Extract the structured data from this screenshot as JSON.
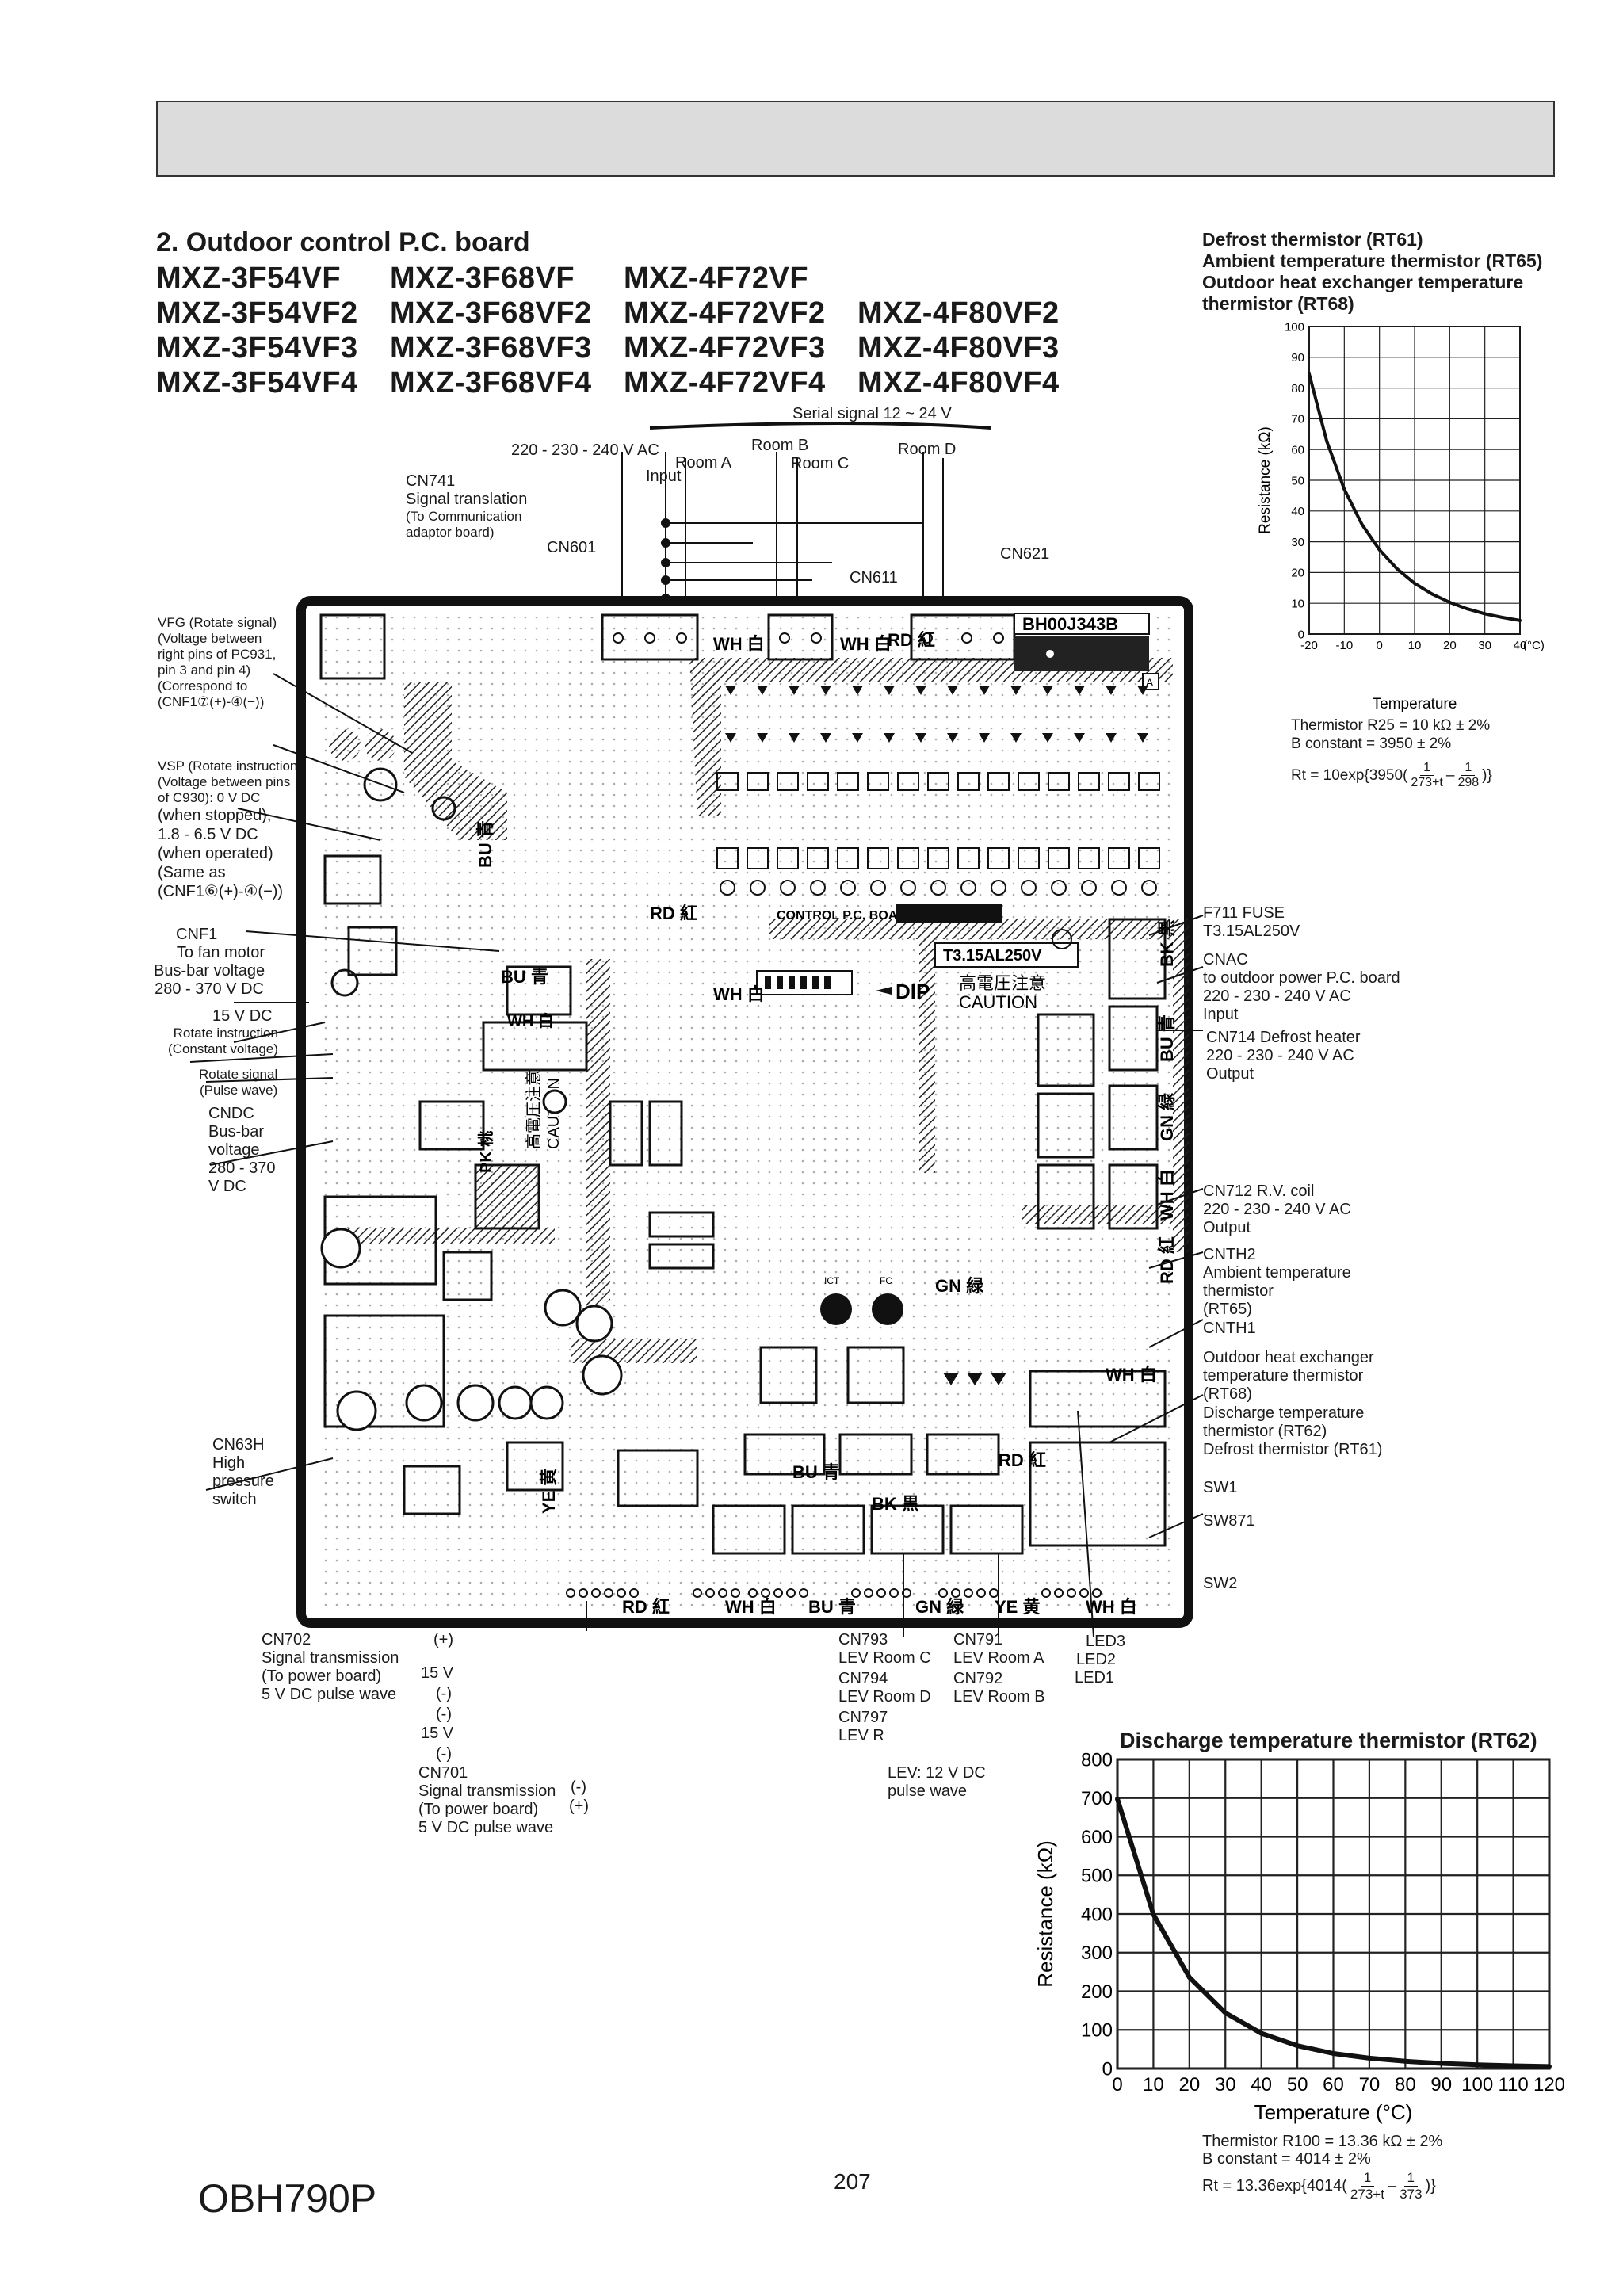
{
  "section_title": "2. Outdoor control P.C. board",
  "models": [
    [
      "MXZ-3F54VF",
      "MXZ-3F68VF",
      "MXZ-4F72VF",
      ""
    ],
    [
      "MXZ-3F54VF2",
      "MXZ-3F68VF2",
      "MXZ-4F72VF2",
      "MXZ-4F80VF2"
    ],
    [
      "MXZ-3F54VF3",
      "MXZ-3F68VF3",
      "MXZ-4F72VF3",
      "MXZ-4F80VF3"
    ],
    [
      "MXZ-3F54VF4",
      "MXZ-3F68VF4",
      "MXZ-4F72VF4",
      "MXZ-4F80VF4"
    ]
  ],
  "top_labels": {
    "serial_signal": "Serial signal 12 ~ 24 V",
    "voltage_input": "220 - 230 - 240 V AC",
    "input": "Input",
    "room_a": "Room A",
    "room_b": "Room B",
    "room_c": "Room C",
    "room_d": "Room D",
    "cn741": [
      "CN741",
      "Signal translation",
      "(To Communication",
      "adaptor board)"
    ],
    "cn601": "CN601",
    "cn611": "CN611",
    "cn621": "CN621"
  },
  "left_labels": {
    "vfg": [
      "VFG (Rotate signal)",
      "(Voltage between",
      "right pins of PC931,",
      "pin 3 and pin 4)",
      "(Correspond to",
      "(CNF1⑦(+)-④(−))"
    ],
    "vsp": [
      "VSP (Rotate instruction)",
      "(Voltage between pins",
      "of C930): 0 V DC",
      "(when stopped),",
      "1.8 - 6.5 V DC",
      "(when operated)",
      "(Same as",
      "(CNF1⑥(+)-④(−))"
    ],
    "cnf1": [
      "CNF1",
      "To fan motor",
      "Bus-bar voltage",
      "280 - 370 V DC"
    ],
    "v15": "15 V DC",
    "rotate_instruction": [
      "Rotate instruction",
      "(Constant voltage)"
    ],
    "rotate_signal": [
      "Rotate signal",
      "(Pulse wave)"
    ],
    "cndc": [
      "CNDC",
      "Bus-bar",
      "voltage",
      "280 - 370",
      "V DC"
    ],
    "cn63h": [
      "CN63H",
      "High",
      "pressure",
      "switch"
    ]
  },
  "right_labels": {
    "f711": [
      "F711 FUSE",
      "T3.15AL250V"
    ],
    "cnac": [
      "CNAC",
      "to outdoor power P.C. board",
      "220 - 230 - 240 V AC",
      "Input"
    ],
    "cn714": [
      "CN714 Defrost heater",
      "220 - 230 - 240 V AC",
      "Output"
    ],
    "cn712": [
      "CN712 R.V. coil",
      "220 - 230 - 240 V AC",
      "Output"
    ],
    "cnth2": [
      "CNTH2",
      "Ambient temperature",
      "thermistor",
      "(RT65)"
    ],
    "cnth1": "CNTH1",
    "outdoor_hex": [
      "Outdoor heat exchanger",
      "temperature thermistor",
      "(RT68)"
    ],
    "discharge": [
      "Discharge temperature",
      "thermistor (RT62)"
    ],
    "defrost": "Defrost thermistor (RT61)",
    "sw1": "SW1",
    "sw871": "SW871",
    "sw2": "SW2"
  },
  "bottom_labels": {
    "cn702": [
      "CN702",
      "Signal transmission",
      "(To power board)",
      "5 V DC pulse wave"
    ],
    "cn702_pins": [
      "(+)",
      "15 V",
      "(-)",
      "(-)",
      "15 V",
      "(-)"
    ],
    "cn701": [
      "CN701",
      "Signal transmission",
      "(To power board)",
      "5 V DC pulse wave"
    ],
    "cn701_pins": [
      "(-)",
      "(+)"
    ],
    "cn793": [
      "CN793",
      "LEV Room C"
    ],
    "cn794": [
      "CN794",
      "LEV Room D"
    ],
    "cn797": [
      "CN797",
      "LEV R"
    ],
    "cn791": [
      "CN791",
      "LEV Room A"
    ],
    "cn792": [
      "CN792",
      "LEV Room B"
    ],
    "leds": [
      "LED3",
      "LED2",
      "LED1"
    ],
    "lev_note": [
      "LEV: 12 V DC",
      "pulse wave"
    ]
  },
  "board": {
    "board_id": "BH00J343B",
    "control_label": "CONTROL P.C. BOARD",
    "fuse_rating": "T3.15AL250V",
    "dip": "DIP",
    "caution": "CAUTION",
    "caution_jp": "高電圧注意",
    "connector_colors": [
      {
        "code": "WH",
        "jp": "白"
      },
      {
        "code": "RD",
        "jp": "紅"
      },
      {
        "code": "BU",
        "jp": "青"
      },
      {
        "code": "BK",
        "jp": "黒"
      },
      {
        "code": "GN",
        "jp": "緑"
      },
      {
        "code": "YE",
        "jp": "黄"
      },
      {
        "code": "PK",
        "jp": "桃"
      }
    ],
    "ict": "ICT",
    "fc": "FC",
    "marker_a": "A"
  },
  "chart_data": [
    {
      "type": "line",
      "title": "Defrost thermistor (RT61)\nAmbient temperature thermistor (RT65)\nOutdoor heat exchanger temperature\nthermistor (RT68)",
      "title_lines": [
        "Defrost thermistor (RT61)",
        "Ambient temperature thermistor (RT65)",
        "Outdoor heat exchanger temperature",
        "thermistor (RT68)"
      ],
      "xlabel": "Temperature",
      "x_unit": "(°C)",
      "ylabel": "Resistance (kΩ)",
      "xlim": [
        -20,
        40
      ],
      "ylim": [
        0,
        100
      ],
      "xticks": [
        -20,
        -10,
        0,
        10,
        20,
        30,
        40
      ],
      "yticks": [
        0,
        10,
        20,
        30,
        40,
        50,
        60,
        70,
        80,
        90,
        100
      ],
      "grid": true,
      "x": [
        -20,
        -15,
        -10,
        -5,
        0,
        5,
        10,
        15,
        20,
        25,
        30,
        35,
        40
      ],
      "series": [
        {
          "values": [
            84.6,
            62.7,
            47.1,
            35.7,
            27.4,
            21.2,
            16.5,
            13.0,
            10.3,
            8.2,
            6.6,
            5.4,
            4.4
          ]
        }
      ],
      "notes": [
        "Thermistor R25 = 10 kΩ ± 2%",
        "B constant = 3950 ± 2%"
      ],
      "formula": {
        "prefix": "Rt = 10exp{3950(",
        "frac1_num": "1",
        "frac1_den": "273+t",
        "minus": "–",
        "frac2_num": "1",
        "frac2_den": "298",
        "suffix": ")}"
      }
    },
    {
      "type": "line",
      "title": "Discharge temperature thermistor (RT62)",
      "xlabel": "Temperature (°C)",
      "ylabel": "Resistance (kΩ)",
      "xlim": [
        0,
        120
      ],
      "ylim": [
        0,
        800
      ],
      "xticks": [
        0,
        10,
        20,
        30,
        40,
        50,
        60,
        70,
        80,
        90,
        100,
        110,
        120
      ],
      "yticks": [
        0,
        100,
        200,
        300,
        400,
        500,
        600,
        700,
        800
      ],
      "grid": true,
      "x": [
        0,
        10,
        20,
        30,
        40,
        50,
        60,
        70,
        80,
        90,
        100,
        110,
        120
      ],
      "series": [
        {
          "values": [
            698,
            399,
            236,
            144,
            91,
            59,
            39,
            26.9,
            18.8,
            13.4,
            9.8,
            7.2,
            5.4
          ]
        }
      ],
      "notes": [
        "Thermistor R100 = 13.36 kΩ ± 2%",
        "B constant = 4014 ± 2%"
      ],
      "formula": {
        "prefix": "Rt = 13.36exp{4014(",
        "frac1_num": "1",
        "frac1_den": "273+t",
        "minus": "–",
        "frac2_num": "1",
        "frac2_den": "373",
        "suffix": ")}"
      }
    }
  ],
  "footer": {
    "code": "OBH790P",
    "page": "207"
  }
}
